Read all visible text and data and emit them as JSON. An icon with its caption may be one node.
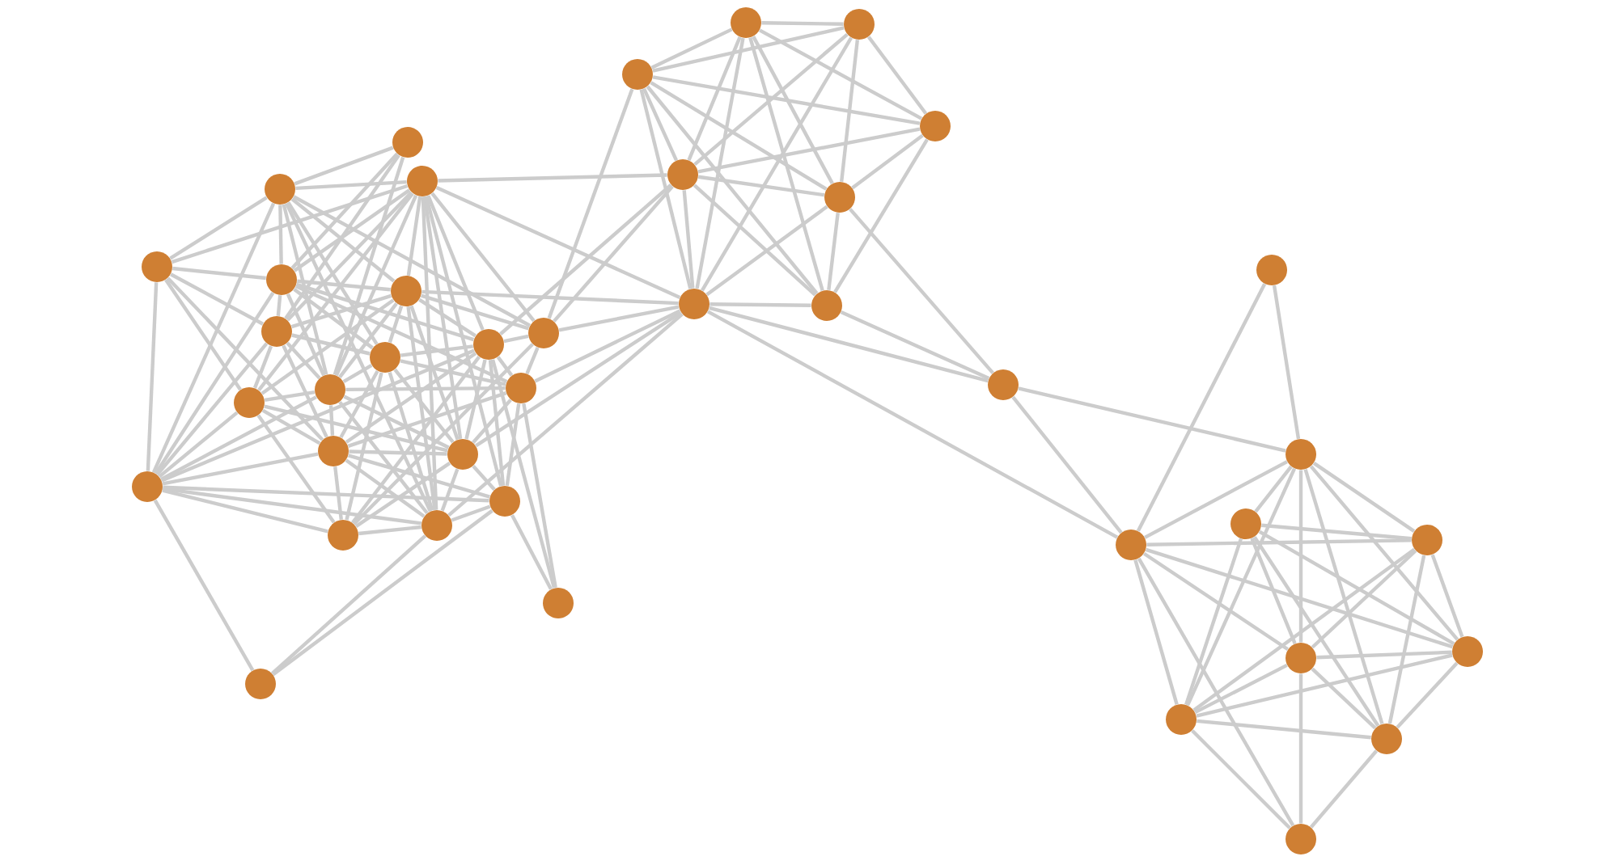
{
  "diagram": {
    "nodes": [
      {
        "text": [],
        "shape": "circle"
      },
      {
        "text": [],
        "shape": "circle"
      },
      {
        "text": [],
        "shape": "circle"
      },
      {
        "text": [],
        "shape": "circle"
      },
      {
        "text": [],
        "shape": "circle"
      },
      {
        "text": [],
        "shape": "circle"
      },
      {
        "text": [],
        "shape": "circle"
      },
      {
        "text": [],
        "shape": "circle"
      },
      {
        "text": [],
        "shape": "circle"
      },
      {
        "text": [],
        "shape": "circle"
      },
      {
        "text": [],
        "shape": "circle"
      },
      {
        "text": [],
        "shape": "circle"
      },
      {
        "text": [],
        "shape": "circle"
      },
      {
        "text": [],
        "shape": "circle"
      },
      {
        "text": [],
        "shape": "circle"
      },
      {
        "text": [],
        "shape": "circle"
      },
      {
        "text": [],
        "shape": "circle"
      },
      {
        "text": [],
        "shape": "circle"
      },
      {
        "text": [],
        "shape": "circle"
      },
      {
        "text": [],
        "shape": "circle"
      },
      {
        "text": [],
        "shape": "circle"
      },
      {
        "text": [],
        "shape": "circle"
      },
      {
        "text": [],
        "shape": "circle"
      },
      {
        "text": [],
        "shape": "circle"
      },
      {
        "text": [],
        "shape": "circle"
      },
      {
        "text": [],
        "shape": "circle"
      },
      {
        "text": [],
        "shape": "circle"
      },
      {
        "text": [],
        "shape": "circle"
      },
      {
        "text": [],
        "shape": "circle"
      },
      {
        "text": [],
        "shape": "circle"
      },
      {
        "text": [],
        "shape": "circle"
      },
      {
        "text": [],
        "shape": "circle"
      },
      {
        "text": [],
        "shape": "circle"
      },
      {
        "text": [],
        "shape": "circle"
      },
      {
        "text": [],
        "shape": "circle"
      },
      {
        "text": [],
        "shape": "circle"
      },
      {
        "text": [],
        "shape": "circle"
      },
      {
        "text": [],
        "shape": "circle"
      },
      {
        "text": [],
        "shape": "circle"
      },
      {
        "text": [],
        "shape": "circle"
      }
    ],
    "edges": [
      {
        "from": 0,
        "to": 2,
        "arrow": "none"
      },
      {
        "from": 0,
        "to": 4,
        "arrow": "none"
      },
      {
        "from": 0,
        "to": 6,
        "arrow": "none"
      },
      {
        "from": 0,
        "to": 11,
        "arrow": "none"
      },
      {
        "from": 1,
        "to": 2,
        "arrow": "none"
      },
      {
        "from": 1,
        "to": 3,
        "arrow": "none"
      },
      {
        "from": 1,
        "to": 4,
        "arrow": "none"
      },
      {
        "from": 1,
        "to": 5,
        "arrow": "none"
      },
      {
        "from": 1,
        "to": 6,
        "arrow": "none"
      },
      {
        "from": 1,
        "to": 8,
        "arrow": "none"
      },
      {
        "from": 1,
        "to": 9,
        "arrow": "none"
      },
      {
        "from": 1,
        "to": 10,
        "arrow": "none"
      },
      {
        "from": 1,
        "to": 11,
        "arrow": "none"
      },
      {
        "from": 1,
        "to": 14,
        "arrow": "none"
      },
      {
        "from": 1,
        "to": 16,
        "arrow": "none"
      },
      {
        "from": 1,
        "to": 18,
        "arrow": "none"
      },
      {
        "from": 2,
        "to": 3,
        "arrow": "none"
      },
      {
        "from": 2,
        "to": 4,
        "arrow": "none"
      },
      {
        "from": 2,
        "to": 5,
        "arrow": "none"
      },
      {
        "from": 2,
        "to": 7,
        "arrow": "none"
      },
      {
        "from": 2,
        "to": 9,
        "arrow": "none"
      },
      {
        "from": 2,
        "to": 11,
        "arrow": "none"
      },
      {
        "from": 2,
        "to": 15,
        "arrow": "none"
      },
      {
        "from": 2,
        "to": 18,
        "arrow": "none"
      },
      {
        "from": 3,
        "to": 4,
        "arrow": "none"
      },
      {
        "from": 3,
        "to": 6,
        "arrow": "none"
      },
      {
        "from": 3,
        "to": 10,
        "arrow": "none"
      },
      {
        "from": 3,
        "to": 13,
        "arrow": "none"
      },
      {
        "from": 3,
        "to": 15,
        "arrow": "none"
      },
      {
        "from": 4,
        "to": 5,
        "arrow": "none"
      },
      {
        "from": 4,
        "to": 6,
        "arrow": "none"
      },
      {
        "from": 4,
        "to": 7,
        "arrow": "none"
      },
      {
        "from": 4,
        "to": 8,
        "arrow": "none"
      },
      {
        "from": 4,
        "to": 11,
        "arrow": "none"
      },
      {
        "from": 4,
        "to": 12,
        "arrow": "none"
      },
      {
        "from": 4,
        "to": 15,
        "arrow": "none"
      },
      {
        "from": 5,
        "to": 6,
        "arrow": "none"
      },
      {
        "from": 5,
        "to": 7,
        "arrow": "none"
      },
      {
        "from": 5,
        "to": 8,
        "arrow": "none"
      },
      {
        "from": 5,
        "to": 9,
        "arrow": "none"
      },
      {
        "from": 5,
        "to": 10,
        "arrow": "none"
      },
      {
        "from": 5,
        "to": 11,
        "arrow": "none"
      },
      {
        "from": 5,
        "to": 14,
        "arrow": "none"
      },
      {
        "from": 5,
        "to": 18,
        "arrow": "none"
      },
      {
        "from": 6,
        "to": 7,
        "arrow": "none"
      },
      {
        "from": 6,
        "to": 10,
        "arrow": "none"
      },
      {
        "from": 6,
        "to": 11,
        "arrow": "none"
      },
      {
        "from": 6,
        "to": 13,
        "arrow": "none"
      },
      {
        "from": 6,
        "to": 15,
        "arrow": "none"
      },
      {
        "from": 7,
        "to": 8,
        "arrow": "none"
      },
      {
        "from": 7,
        "to": 11,
        "arrow": "none"
      },
      {
        "from": 7,
        "to": 12,
        "arrow": "none"
      },
      {
        "from": 7,
        "to": 13,
        "arrow": "none"
      },
      {
        "from": 7,
        "to": 14,
        "arrow": "none"
      },
      {
        "from": 7,
        "to": 17,
        "arrow": "none"
      },
      {
        "from": 7,
        "to": 18,
        "arrow": "none"
      },
      {
        "from": 8,
        "to": 9,
        "arrow": "none"
      },
      {
        "from": 8,
        "to": 12,
        "arrow": "none"
      },
      {
        "from": 8,
        "to": 13,
        "arrow": "none"
      },
      {
        "from": 8,
        "to": 14,
        "arrow": "none"
      },
      {
        "from": 8,
        "to": 15,
        "arrow": "none"
      },
      {
        "from": 8,
        "to": 16,
        "arrow": "none"
      },
      {
        "from": 8,
        "to": 17,
        "arrow": "none"
      },
      {
        "from": 9,
        "to": 12,
        "arrow": "none"
      },
      {
        "from": 9,
        "to": 17,
        "arrow": "none"
      },
      {
        "from": 10,
        "to": 11,
        "arrow": "none"
      },
      {
        "from": 10,
        "to": 13,
        "arrow": "none"
      },
      {
        "from": 10,
        "to": 14,
        "arrow": "none"
      },
      {
        "from": 10,
        "to": 15,
        "arrow": "none"
      },
      {
        "from": 10,
        "to": 17,
        "arrow": "none"
      },
      {
        "from": 11,
        "to": 12,
        "arrow": "none"
      },
      {
        "from": 11,
        "to": 13,
        "arrow": "none"
      },
      {
        "from": 11,
        "to": 14,
        "arrow": "none"
      },
      {
        "from": 11,
        "to": 15,
        "arrow": "none"
      },
      {
        "from": 11,
        "to": 18,
        "arrow": "none"
      },
      {
        "from": 12,
        "to": 13,
        "arrow": "none"
      },
      {
        "from": 12,
        "to": 14,
        "arrow": "none"
      },
      {
        "from": 12,
        "to": 16,
        "arrow": "none"
      },
      {
        "from": 13,
        "to": 14,
        "arrow": "none"
      },
      {
        "from": 13,
        "to": 15,
        "arrow": "none"
      },
      {
        "from": 13,
        "to": 16,
        "arrow": "none"
      },
      {
        "from": 13,
        "to": 17,
        "arrow": "none"
      },
      {
        "from": 13,
        "to": 18,
        "arrow": "none"
      },
      {
        "from": 14,
        "to": 16,
        "arrow": "none"
      },
      {
        "from": 14,
        "to": 17,
        "arrow": "none"
      },
      {
        "from": 14,
        "to": 18,
        "arrow": "none"
      },
      {
        "from": 15,
        "to": 16,
        "arrow": "none"
      },
      {
        "from": 15,
        "to": 17,
        "arrow": "none"
      },
      {
        "from": 15,
        "to": 18,
        "arrow": "none"
      },
      {
        "from": 16,
        "to": 18,
        "arrow": "none"
      },
      {
        "from": 17,
        "to": 18,
        "arrow": "none"
      },
      {
        "from": 19,
        "to": 16,
        "arrow": "none"
      },
      {
        "from": 19,
        "to": 12,
        "arrow": "none"
      },
      {
        "from": 19,
        "to": 8,
        "arrow": "none"
      },
      {
        "from": 20,
        "to": 15,
        "arrow": "none"
      },
      {
        "from": 20,
        "to": 16,
        "arrow": "none"
      },
      {
        "from": 20,
        "to": 18,
        "arrow": "none"
      },
      {
        "from": 18,
        "to": 27,
        "arrow": "none"
      },
      {
        "from": 1,
        "to": 25,
        "arrow": "none"
      },
      {
        "from": 1,
        "to": 27,
        "arrow": "none"
      },
      {
        "from": 9,
        "to": 23,
        "arrow": "none"
      },
      {
        "from": 9,
        "to": 25,
        "arrow": "none"
      },
      {
        "from": 8,
        "to": 25,
        "arrow": "none"
      },
      {
        "from": 9,
        "to": 27,
        "arrow": "none"
      },
      {
        "from": 5,
        "to": 27,
        "arrow": "none"
      },
      {
        "from": 12,
        "to": 27,
        "arrow": "none"
      },
      {
        "from": 14,
        "to": 27,
        "arrow": "none"
      },
      {
        "from": 21,
        "to": 22,
        "arrow": "none"
      },
      {
        "from": 21,
        "to": 23,
        "arrow": "none"
      },
      {
        "from": 21,
        "to": 24,
        "arrow": "none"
      },
      {
        "from": 21,
        "to": 25,
        "arrow": "none"
      },
      {
        "from": 21,
        "to": 26,
        "arrow": "none"
      },
      {
        "from": 21,
        "to": 27,
        "arrow": "none"
      },
      {
        "from": 21,
        "to": 28,
        "arrow": "none"
      },
      {
        "from": 22,
        "to": 23,
        "arrow": "none"
      },
      {
        "from": 22,
        "to": 24,
        "arrow": "none"
      },
      {
        "from": 22,
        "to": 25,
        "arrow": "none"
      },
      {
        "from": 22,
        "to": 26,
        "arrow": "none"
      },
      {
        "from": 22,
        "to": 27,
        "arrow": "none"
      },
      {
        "from": 23,
        "to": 24,
        "arrow": "none"
      },
      {
        "from": 23,
        "to": 25,
        "arrow": "none"
      },
      {
        "from": 23,
        "to": 26,
        "arrow": "none"
      },
      {
        "from": 23,
        "to": 27,
        "arrow": "none"
      },
      {
        "from": 23,
        "to": 28,
        "arrow": "none"
      },
      {
        "from": 24,
        "to": 25,
        "arrow": "none"
      },
      {
        "from": 24,
        "to": 26,
        "arrow": "none"
      },
      {
        "from": 24,
        "to": 28,
        "arrow": "none"
      },
      {
        "from": 25,
        "to": 26,
        "arrow": "none"
      },
      {
        "from": 25,
        "to": 27,
        "arrow": "none"
      },
      {
        "from": 25,
        "to": 28,
        "arrow": "none"
      },
      {
        "from": 26,
        "to": 27,
        "arrow": "none"
      },
      {
        "from": 26,
        "to": 28,
        "arrow": "none"
      },
      {
        "from": 26,
        "to": 29,
        "arrow": "none"
      },
      {
        "from": 27,
        "to": 28,
        "arrow": "none"
      },
      {
        "from": 27,
        "to": 29,
        "arrow": "none"
      },
      {
        "from": 27,
        "to": 33,
        "arrow": "none"
      },
      {
        "from": 28,
        "to": 29,
        "arrow": "none"
      },
      {
        "from": 29,
        "to": 31,
        "arrow": "none"
      },
      {
        "from": 29,
        "to": 33,
        "arrow": "none"
      },
      {
        "from": 30,
        "to": 31,
        "arrow": "none"
      },
      {
        "from": 30,
        "to": 33,
        "arrow": "none"
      },
      {
        "from": 31,
        "to": 32,
        "arrow": "none"
      },
      {
        "from": 31,
        "to": 33,
        "arrow": "none"
      },
      {
        "from": 31,
        "to": 34,
        "arrow": "none"
      },
      {
        "from": 31,
        "to": 35,
        "arrow": "none"
      },
      {
        "from": 31,
        "to": 36,
        "arrow": "none"
      },
      {
        "from": 31,
        "to": 37,
        "arrow": "none"
      },
      {
        "from": 31,
        "to": 38,
        "arrow": "none"
      },
      {
        "from": 32,
        "to": 34,
        "arrow": "none"
      },
      {
        "from": 32,
        "to": 35,
        "arrow": "none"
      },
      {
        "from": 32,
        "to": 36,
        "arrow": "none"
      },
      {
        "from": 32,
        "to": 37,
        "arrow": "none"
      },
      {
        "from": 32,
        "to": 38,
        "arrow": "none"
      },
      {
        "from": 33,
        "to": 34,
        "arrow": "none"
      },
      {
        "from": 33,
        "to": 35,
        "arrow": "none"
      },
      {
        "from": 33,
        "to": 36,
        "arrow": "none"
      },
      {
        "from": 33,
        "to": 37,
        "arrow": "none"
      },
      {
        "from": 33,
        "to": 39,
        "arrow": "none"
      },
      {
        "from": 34,
        "to": 35,
        "arrow": "none"
      },
      {
        "from": 34,
        "to": 36,
        "arrow": "none"
      },
      {
        "from": 34,
        "to": 37,
        "arrow": "none"
      },
      {
        "from": 34,
        "to": 38,
        "arrow": "none"
      },
      {
        "from": 35,
        "to": 36,
        "arrow": "none"
      },
      {
        "from": 35,
        "to": 37,
        "arrow": "none"
      },
      {
        "from": 35,
        "to": 38,
        "arrow": "none"
      },
      {
        "from": 36,
        "to": 37,
        "arrow": "none"
      },
      {
        "from": 36,
        "to": 38,
        "arrow": "none"
      },
      {
        "from": 36,
        "to": 39,
        "arrow": "none"
      },
      {
        "from": 37,
        "to": 38,
        "arrow": "none"
      },
      {
        "from": 37,
        "to": 39,
        "arrow": "none"
      },
      {
        "from": 38,
        "to": 39,
        "arrow": "none"
      }
    ]
  }
}
